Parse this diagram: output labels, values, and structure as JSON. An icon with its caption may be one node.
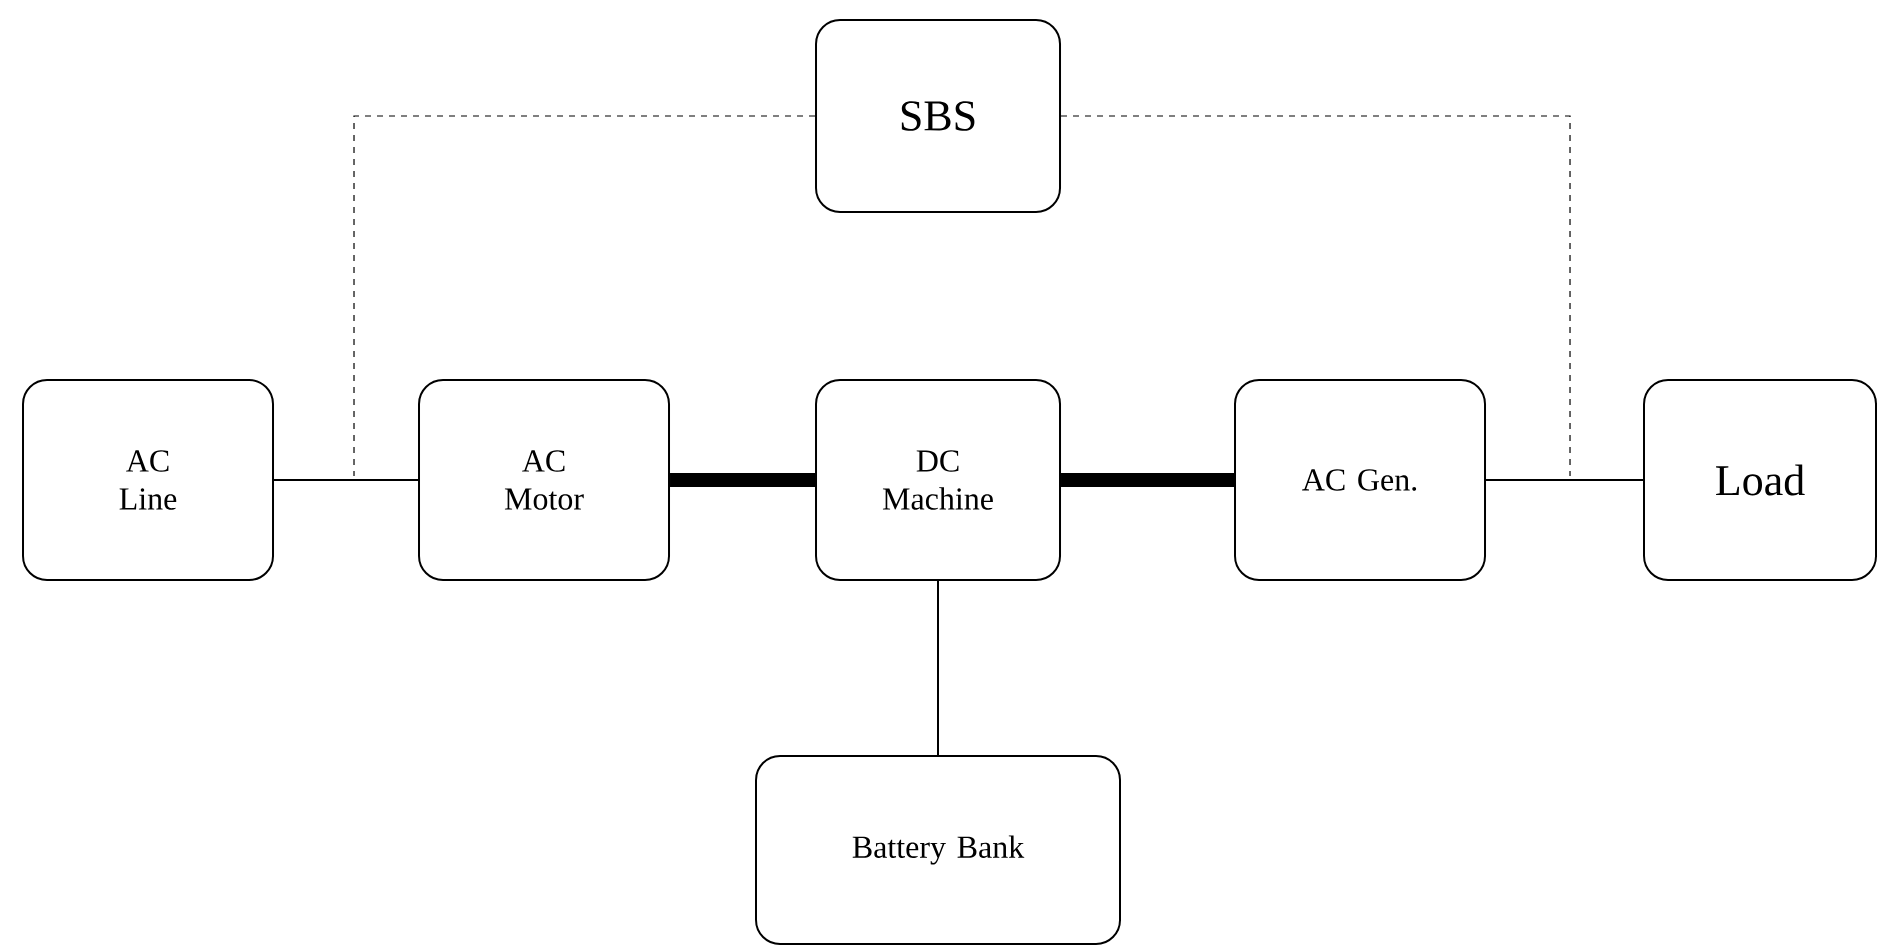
{
  "diagram": {
    "nodes": [
      {
        "text": [
          "SBS"
        ]
      },
      {
        "text": [
          "AC Line"
        ]
      },
      {
        "text": [
          "AC Motor"
        ]
      },
      {
        "text": [
          "DC Machine"
        ]
      },
      {
        "text": [
          "AC Gen."
        ]
      },
      {
        "text": [
          "Load"
        ]
      },
      {
        "text": [
          "Battery Bank"
        ]
      }
    ],
    "edges": [
      {
        "from": 1,
        "to": 2,
        "arrow": "none"
      },
      {
        "from": 2,
        "to": 3,
        "arrow": "none",
        "style": "thick"
      },
      {
        "from": 3,
        "to": 4,
        "arrow": "none",
        "style": "thick"
      },
      {
        "from": 4,
        "to": 5,
        "arrow": "none"
      },
      {
        "from": 3,
        "to": 6,
        "arrow": "none"
      },
      {
        "from": 0,
        "to": null,
        "arrow": "none",
        "style": "dashed"
      },
      {
        "from": 0,
        "to": null,
        "arrow": "none",
        "style": "dashed"
      }
    ]
  }
}
